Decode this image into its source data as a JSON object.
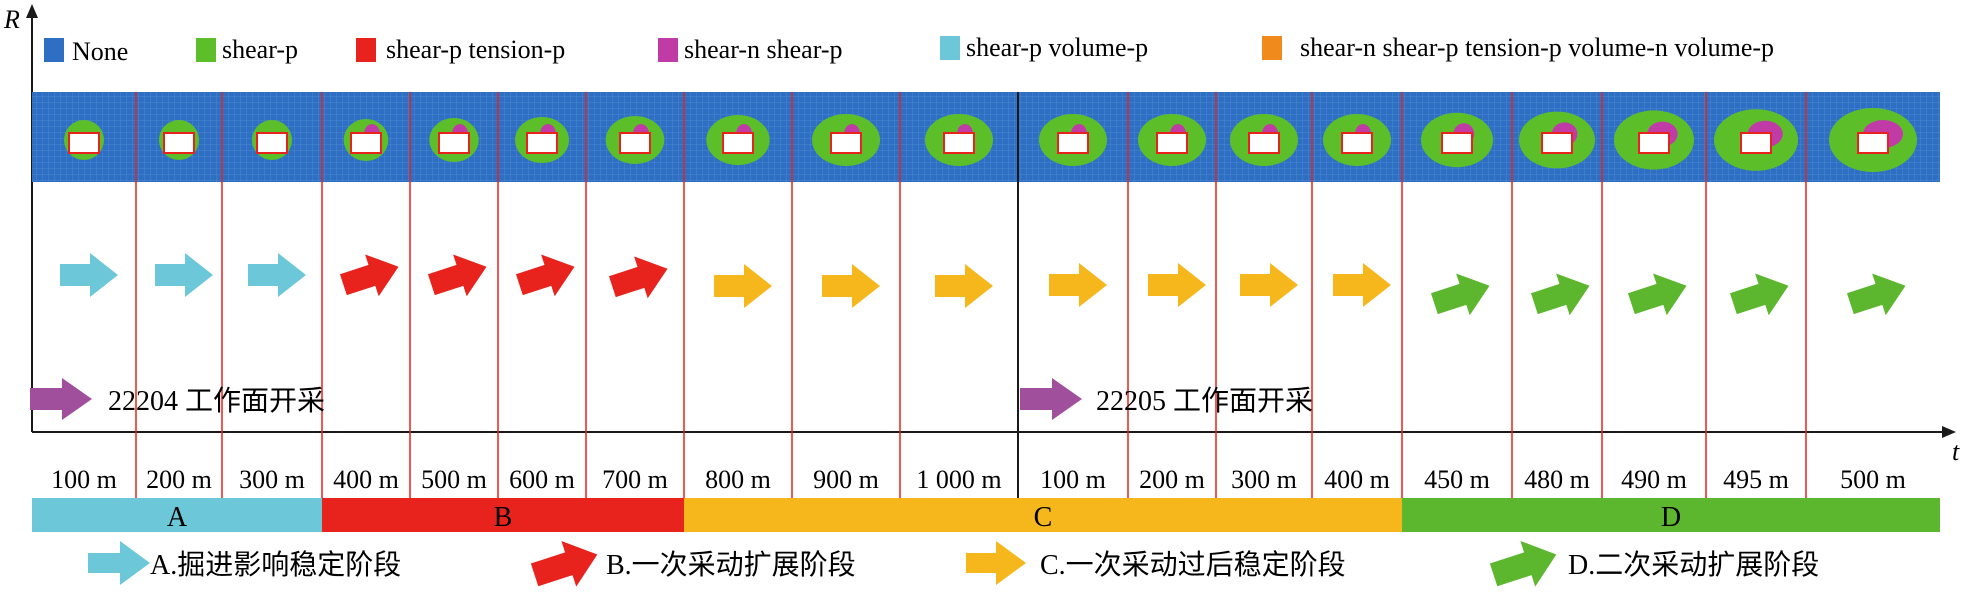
{
  "axes": {
    "y_label": "R",
    "x_label": "t"
  },
  "legend": [
    {
      "label": "None",
      "color": "#2e6fc4"
    },
    {
      "label": "shear-p",
      "color": "#5cbf2a"
    },
    {
      "label": "shear-p tension-p",
      "color": "#e8221c"
    },
    {
      "label": "shear-n shear-p",
      "color": "#c13ba6"
    },
    {
      "label": "shear-p volume-p",
      "color": "#6cc8d8"
    },
    {
      "label": "shear-n shear-p tension-p volume-n volume-p",
      "color": "#f08a1c"
    }
  ],
  "panels": [
    {
      "distance": "100 m",
      "stage": "A"
    },
    {
      "distance": "200 m",
      "stage": "A"
    },
    {
      "distance": "300 m",
      "stage": "A"
    },
    {
      "distance": "400 m",
      "stage": "B"
    },
    {
      "distance": "500 m",
      "stage": "B"
    },
    {
      "distance": "600 m",
      "stage": "B"
    },
    {
      "distance": "700 m",
      "stage": "B"
    },
    {
      "distance": "800 m",
      "stage": "C"
    },
    {
      "distance": "900 m",
      "stage": "C"
    },
    {
      "distance": "1 000 m",
      "stage": "C"
    },
    {
      "distance": "100 m",
      "stage": "C"
    },
    {
      "distance": "200 m",
      "stage": "C"
    },
    {
      "distance": "300 m",
      "stage": "C"
    },
    {
      "distance": "400 m",
      "stage": "C"
    },
    {
      "distance": "450 m",
      "stage": "D"
    },
    {
      "distance": "480 m",
      "stage": "D"
    },
    {
      "distance": "490 m",
      "stage": "D"
    },
    {
      "distance": "495 m",
      "stage": "D"
    },
    {
      "distance": "500 m",
      "stage": "D"
    }
  ],
  "stages": [
    {
      "letter": "A",
      "color": "#6cc8d8",
      "description": "A.掘进影响稳定阶段"
    },
    {
      "letter": "B",
      "color": "#e8221c",
      "description": "B.一次采动扩展阶段"
    },
    {
      "letter": "C",
      "color": "#f5b71c",
      "description": "C.一次采动过后稳定阶段"
    },
    {
      "letter": "D",
      "color": "#5cb62e",
      "description": "D.二次采动扩展阶段"
    }
  ],
  "face_markers": [
    {
      "label": "22204 工作面开采",
      "color": "#a04f9c"
    },
    {
      "label": "22205 工作面开采",
      "color": "#a04f9c"
    }
  ],
  "colors": {
    "band_background": "#2e6fc4",
    "divider": "#e8221c",
    "axis": "#1a1a1a"
  }
}
